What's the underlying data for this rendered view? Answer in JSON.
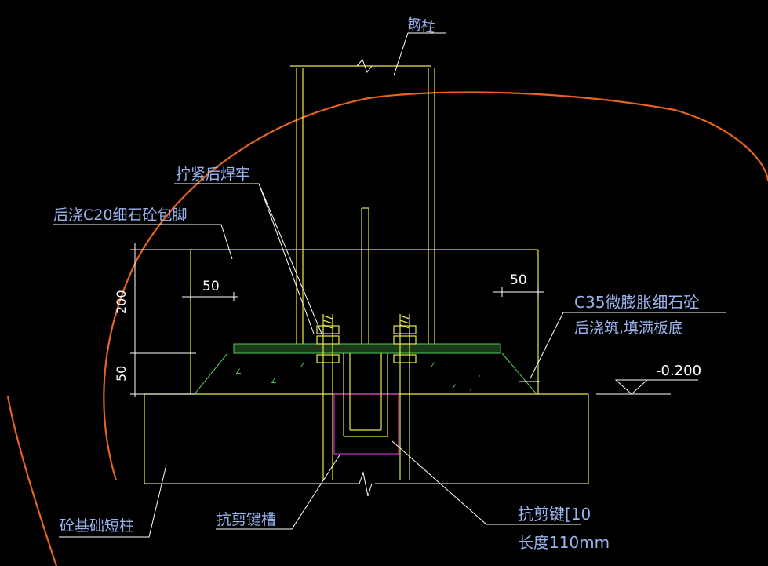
{
  "labels": {
    "steel_column": "钢柱",
    "tighten_weld": "拧紧后焊牢",
    "c20_grout": "后浇C20细石砼包脚",
    "c35_line1": "C35微膨胀细石砼",
    "c35_line2": "后浇筑,填满板底",
    "elevation": "-0.200",
    "concrete_pier": "砼基础短柱",
    "shear_key_groove": "抗剪键槽",
    "shear_key_line1": "抗剪键[10",
    "shear_key_line2": "长度110mm"
  },
  "dimensions": {
    "dim_50_left": "50",
    "dim_50_right": "50",
    "dim_200": "200",
    "dim_50_vertical": "50"
  },
  "colors": {
    "background": "#000000",
    "structure": "#e8e84a",
    "annotation": "#9ab4ee",
    "dimension": "#ffffff",
    "grout_hatch": "#55cc55",
    "shear_key": "#cc33cc",
    "markup": "#e8641e"
  }
}
